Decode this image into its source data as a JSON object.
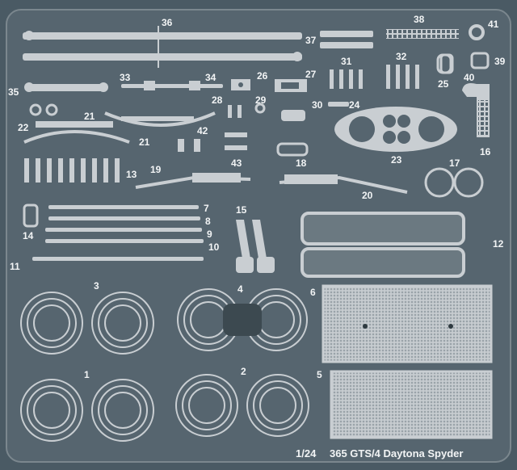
{
  "title": "365 GTS/4 Daytona Spyder",
  "scale": "1/24",
  "colors": {
    "background": "#4a5a64",
    "sheet": "#56656f",
    "metal": "#c9ced2",
    "metal_dark": "#8e979e",
    "label": "#f2f4f5"
  },
  "part_labels": {
    "p1": "1",
    "p2": "2",
    "p3": "3",
    "p4": "4",
    "p5": "5",
    "p6": "6",
    "p7": "7",
    "p8": "8",
    "p9": "9",
    "p10": "10",
    "p11": "11",
    "p12": "12",
    "p13": "13",
    "p14": "14",
    "p15": "15",
    "p16": "16",
    "p17": "17",
    "p18": "18",
    "p19": "19",
    "p20": "20",
    "p21a": "21",
    "p21b": "21",
    "p22": "22",
    "p23": "23",
    "p24": "24",
    "p25": "25",
    "p26": "26",
    "p27": "27",
    "p28": "28",
    "p29": "29",
    "p30": "30",
    "p31": "31",
    "p32": "32",
    "p33": "33",
    "p34": "34",
    "p35": "35",
    "p36": "36",
    "p37": "37",
    "p38": "38",
    "p39": "39",
    "p40": "40",
    "p41": "41",
    "p42": "42",
    "p43": "43"
  }
}
